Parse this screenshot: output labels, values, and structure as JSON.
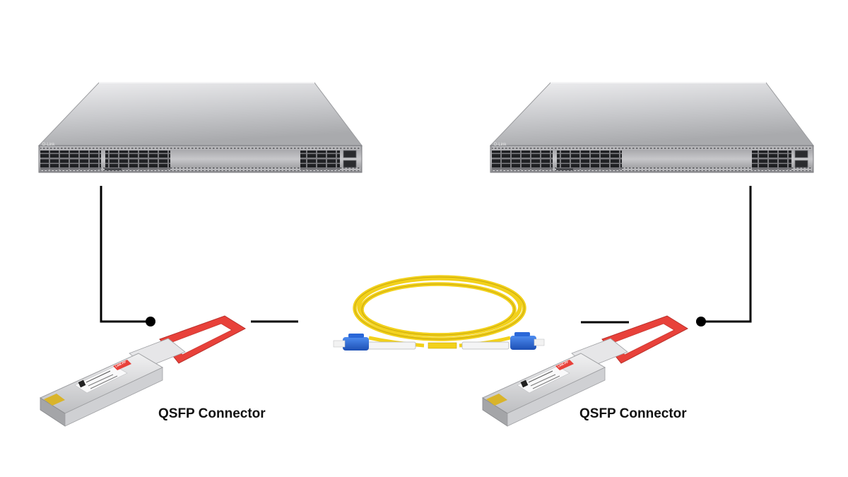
{
  "diagram": {
    "left_connector_label": "QSFP Connector",
    "right_connector_label": "QSFP Connector",
    "switch_brand": "D-Link",
    "module_brand": "LINK-PP"
  },
  "colors": {
    "wire": "#000000",
    "pull_tab": "#e8413a",
    "fiber_jacket": "#f2d11b",
    "lc_connector": "#2a67d8",
    "switch_body": "#c9cacd"
  },
  "icons": [
    "network-switch-icon",
    "qsfp-transceiver-icon",
    "fiber-patch-cable-icon"
  ]
}
